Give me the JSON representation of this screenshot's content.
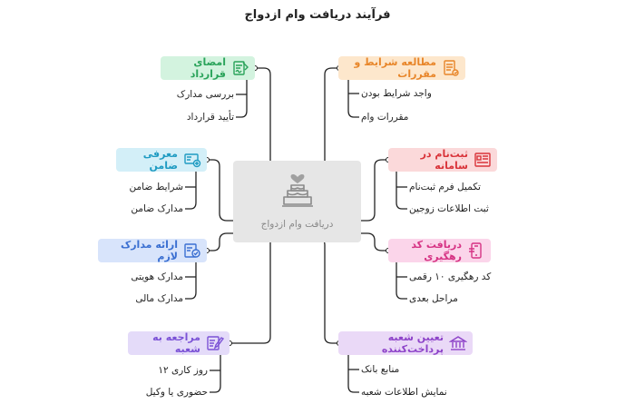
{
  "title": "فرآیند دریافت وام ازدواج",
  "center": {
    "label": "دریافت وام ازدواج",
    "icon": "wedding-cake-icon"
  },
  "branches": {
    "terms": {
      "label": "مطالعه شرایط و مقررات",
      "icon": "document-list-icon",
      "color": "#e8862a",
      "bg": "#fde7cc",
      "items": [
        "واجد شرایط بودن",
        "مقررات وام"
      ]
    },
    "register": {
      "label": "ثبت‌نام در سامانه",
      "icon": "registration-form-icon",
      "color": "#d9343a",
      "bg": "#fbd9da",
      "items": [
        "تکمیل فرم ثبت‌نام",
        "ثبت اطلاعات زوجین"
      ]
    },
    "tracking": {
      "label": "دریافت کد رهگیری",
      "icon": "mobile-code-icon",
      "color": "#d63384",
      "bg": "#fbd5ea",
      "items": [
        "کد رهگیری ۱۰ رقمی",
        "مراحل بعدی"
      ]
    },
    "bank": {
      "label": "تعیین شعبه پرداخت‌کننده",
      "icon": "bank-icon",
      "color": "#8e44c9",
      "bg": "#ead9f7",
      "items": [
        "منابع بانک",
        "نمایش اطلاعات شعبه"
      ]
    },
    "contract": {
      "label": "امضای قرارداد",
      "icon": "signed-document-icon",
      "color": "#2aa35a",
      "bg": "#d3f3df",
      "items": [
        "بررسی مدارک",
        "تأیید قرارداد"
      ]
    },
    "guarantor": {
      "label": "معرفی ضامن",
      "icon": "id-card-icon",
      "color": "#1f9bc2",
      "bg": "#d3eff8",
      "items": [
        "شرایط ضامن",
        "مدارک ضامن"
      ]
    },
    "documents": {
      "label": "ارائه مدارک لازم",
      "icon": "checked-folder-icon",
      "color": "#3a6fd1",
      "bg": "#d8e4fb",
      "items": [
        "مدارک هویتی",
        "مدارک مالی"
      ]
    },
    "branch_visit": {
      "label": "مراجعه به شعبه",
      "icon": "pen-document-icon",
      "color": "#7b52d6",
      "bg": "#e4dbf9",
      "items": [
        "روز کاری ۱۲",
        "حضوری یا وکیل"
      ]
    }
  }
}
